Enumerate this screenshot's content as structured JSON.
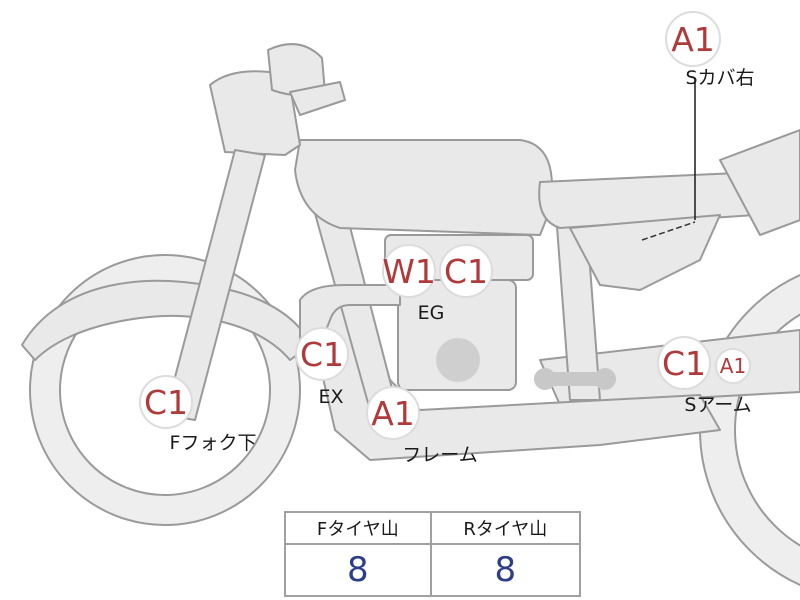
{
  "parts": {
    "s_cover_right": {
      "code": "A1",
      "label": "Sカバ右"
    },
    "engine": {
      "code_w": "W1",
      "code_c": "C1",
      "label": "EG"
    },
    "exhaust": {
      "code": "C1",
      "label": "EX"
    },
    "front_fork_lower": {
      "code": "C1",
      "label": "Fフォク下"
    },
    "frame": {
      "code": "A1",
      "label": "フレーム"
    },
    "swing_arm": {
      "code": "C1",
      "code_small": "A1",
      "label": "Sアーム"
    }
  },
  "tire_table": {
    "headers": [
      "Fタイヤ山",
      "Rタイヤ山"
    ],
    "values": [
      "8",
      "8"
    ]
  },
  "colors": {
    "code_text": "#b03a3a",
    "value_text": "#2c3e8a",
    "part_fill": "#e9e9e9",
    "part_outline": "#9a9a9a"
  }
}
